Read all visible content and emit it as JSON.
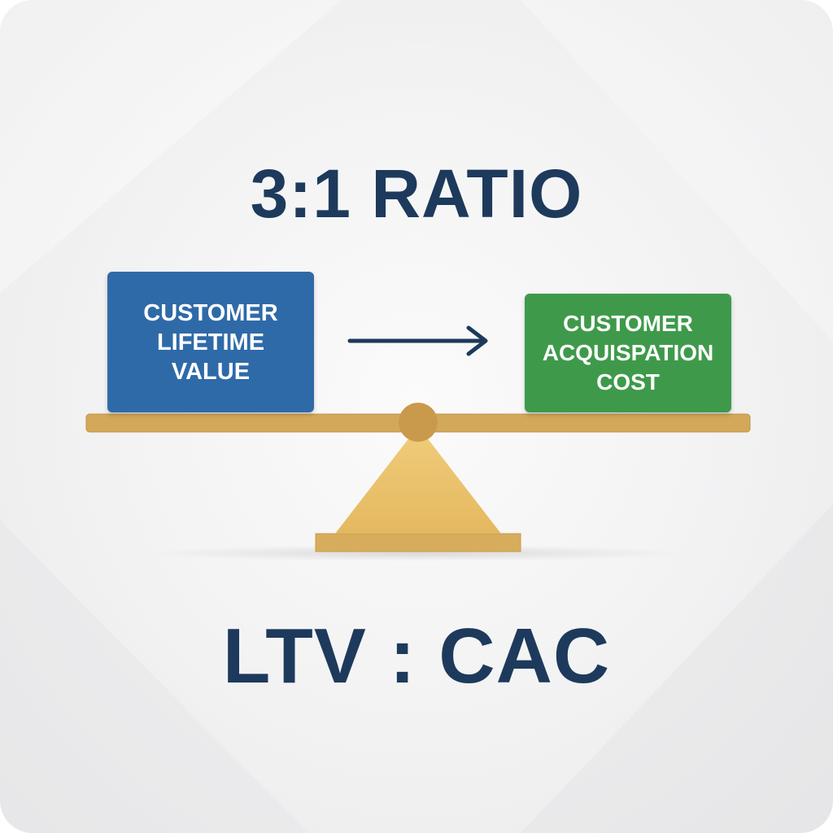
{
  "title": "3:1 RATIO",
  "left_box": {
    "label": "CUSTOMER\nLIFETIME\nVALUE",
    "color": "#2f6aa8"
  },
  "right_box": {
    "label": "CUSTOMER\nACQUISPATION\nCOST",
    "color": "#3e9a4a"
  },
  "formula": "LTV : CAC",
  "colors": {
    "text": "#1d3a5c",
    "beam": "#d4a85a",
    "fulcrum": "#e9c06c"
  },
  "icons": {
    "arrow": "arrow-right-icon"
  }
}
